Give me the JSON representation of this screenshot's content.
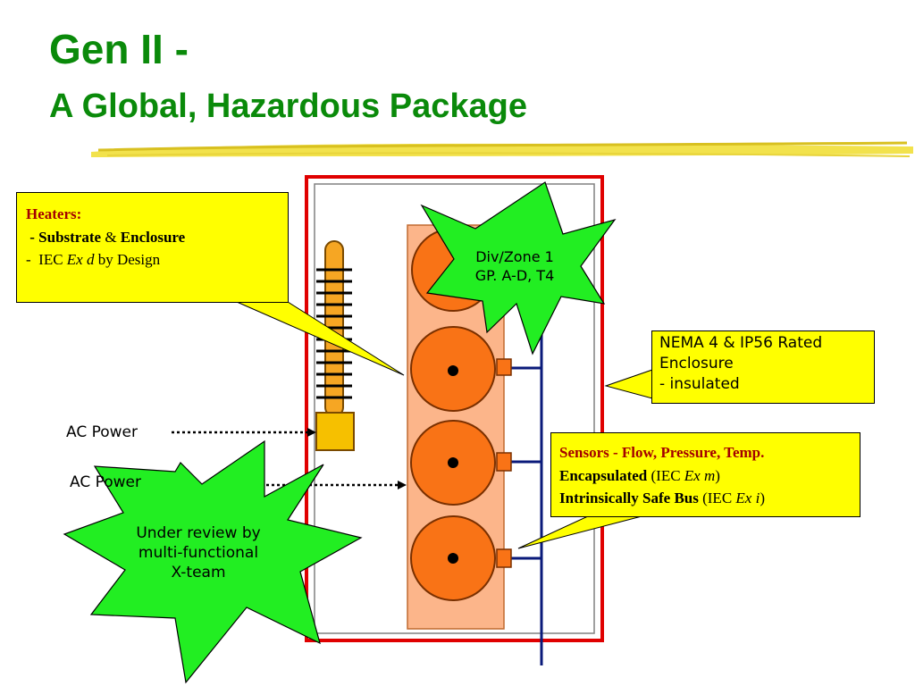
{
  "title": {
    "line1": "Gen II -",
    "line2": "A Global, Hazardous Package"
  },
  "heaters_callout": {
    "heading": "Heaters:",
    "line2_prefix": " - Substrate",
    "line2_amp": " & ",
    "line2_suffix": "Enclosure",
    "line3_prefix": "-  IEC ",
    "line3_italic": "Ex d",
    "line3_suffix": " by Design"
  },
  "div_zone_star": {
    "line1": "Div/Zone 1",
    "line2": "GP. A-D, T4"
  },
  "nema_callout": {
    "line1": "NEMA 4 & IP56 Rated",
    "line2": "Enclosure",
    "line3": "- insulated"
  },
  "sensors_callout": {
    "line1": "Sensors - Flow, Pressure, Temp.",
    "line2_bold": "Encapsulated",
    "line2_prefix": " (IEC ",
    "line2_italic": "Ex m",
    "line2_suffix": ")",
    "line3_bold": "Intrinsically Safe Bus",
    "line3_prefix": " (IEC ",
    "line3_italic": "Ex i",
    "line3_suffix": ")"
  },
  "ac_power_labels": [
    "AC Power",
    "AC Power"
  ],
  "review_star": {
    "line1": "Under review by",
    "line2": "multi-functional",
    "line3": "X-team"
  },
  "colors": {
    "title_green": "#0a8a0a",
    "enclosure_red": "#e00000",
    "callout_yellow": "#ffff00",
    "star_green": "#22ee22",
    "module_orange": "#f97316",
    "panel_peach": "#fcb58a",
    "bus_navy": "#0a1a7a",
    "heater_orange": "#f6a623",
    "heading_dark_red": "#a40000"
  }
}
